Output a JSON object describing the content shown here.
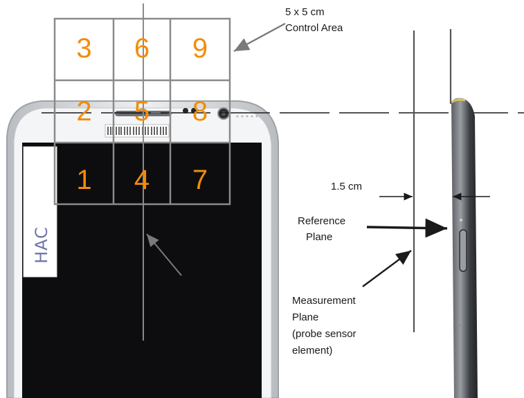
{
  "grid": {
    "cells": [
      {
        "number": "3"
      },
      {
        "number": "6"
      },
      {
        "number": "9"
      },
      {
        "number": "2"
      },
      {
        "number": "5"
      },
      {
        "number": "8"
      },
      {
        "number": "1"
      },
      {
        "number": "4"
      },
      {
        "number": "7"
      }
    ],
    "color": "#f28c0a",
    "line_color": "#8a8a8a"
  },
  "labels": {
    "control_area_line1": "5 x 5 cm",
    "control_area_line2": "Control Area",
    "distance": "1.5  cm",
    "reference_line1": "Reference",
    "reference_line2": "Plane",
    "measurement_line1": "Measurement",
    "measurement_line2": "Plane",
    "measurement_line3": "(probe sensor",
    "measurement_line4": "element)"
  },
  "device": {
    "sticker_text": "HAC",
    "body_color": "#0d0d0f",
    "frame_color": "#cfd1d4"
  },
  "icons": [
    "arrow-icon",
    "phone-front",
    "phone-side"
  ]
}
